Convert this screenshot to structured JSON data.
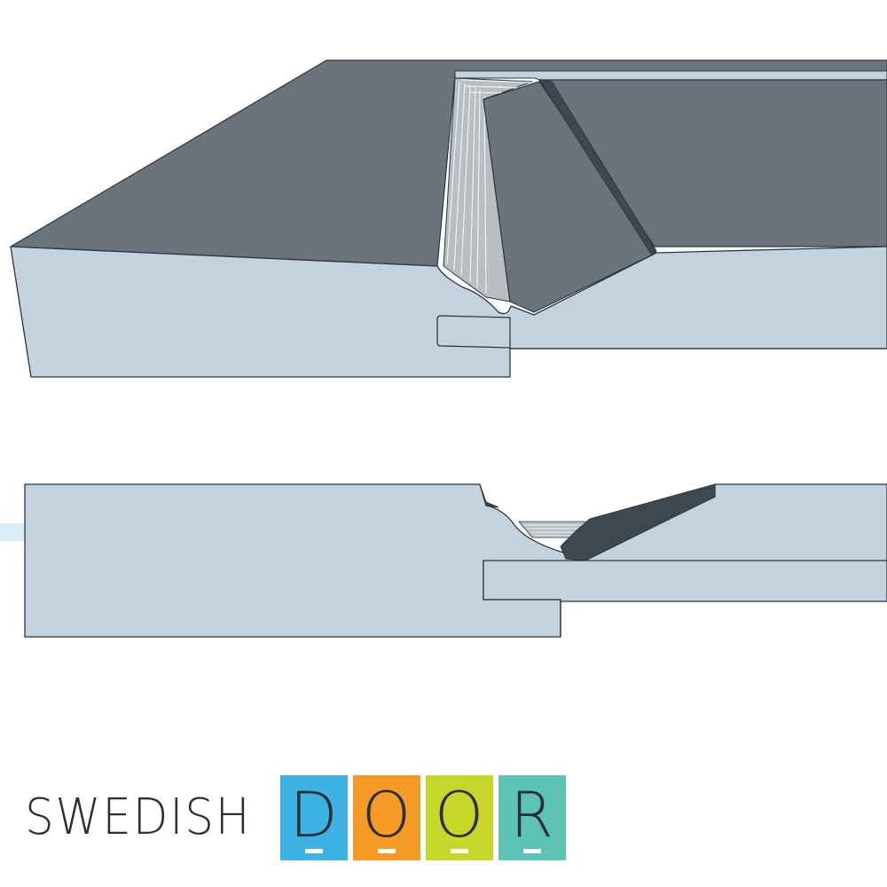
{
  "colors": {
    "face": "#c2d3df",
    "top": "#6b747c",
    "edge": "#2d3640",
    "groove_light": "#b9bec3",
    "bevel_dark": "#3f474f",
    "tile_blue": "#3eb2e3",
    "tile_orange": "#f59a27",
    "tile_green": "#c7d62b",
    "tile_teal": "#5cc3b5",
    "logo_text": "#2b2f36"
  },
  "logo": {
    "word": "SWEDISH",
    "tiles": [
      {
        "letter": "D",
        "color_key": "tile_blue"
      },
      {
        "letter": "O",
        "color_key": "tile_orange"
      },
      {
        "letter": "O",
        "color_key": "tile_green"
      },
      {
        "letter": "R",
        "color_key": "tile_teal"
      }
    ]
  }
}
